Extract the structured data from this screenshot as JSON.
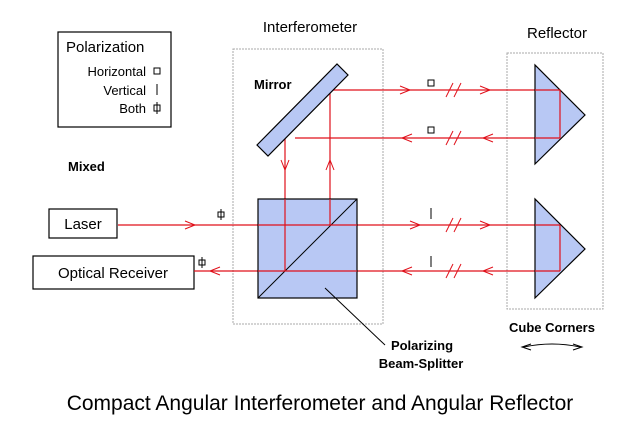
{
  "title": "Compact Angular Interferometer and Angular Reflector",
  "legend": {
    "heading": "Polarization",
    "items": [
      {
        "label": "Horizontal",
        "symbol": "square"
      },
      {
        "label": "Vertical",
        "symbol": "bar"
      },
      {
        "label": "Both",
        "symbol": "barred-square"
      }
    ]
  },
  "labels": {
    "mixed": "Mixed",
    "interferometer": "Interferometer",
    "reflector": "Reflector",
    "mirror": "Mirror",
    "laser": "Laser",
    "receiver": "Optical Receiver",
    "splitter_line1": "Polarizing",
    "splitter_line2": "Beam-Splitter",
    "cube_corners": "Cube Corners"
  },
  "colors": {
    "beam": "#e0101a",
    "optic_fill": "#b8c8f4",
    "dashed_box": "#a8a8a8"
  }
}
